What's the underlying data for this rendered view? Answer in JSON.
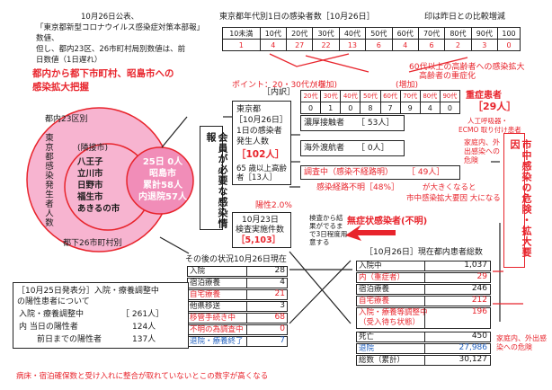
{
  "header": {
    "line1": "10月26日公表、",
    "line2": "「東京都新型コロナウイルス感染症対策本部報」",
    "line3": "数値、",
    "line4": "但し、都内23区、26市町村局別数値は、前",
    "line5": "日数値（1日遅れ）"
  },
  "headline": {
    "l1": "都内から都下市町村、昭島市への",
    "l2": "感染拡大把握"
  },
  "venn": {
    "outer_label": "都内23区別",
    "vertical_left": "東京都感染発生者人数",
    "bottom_label": "都下26市町村別",
    "neighbors_title": "(隣接市)",
    "neighbors": [
      "八王子",
      "立川市",
      "日野市",
      "福生市",
      "あきるの市"
    ],
    "inner": [
      "25日 0人",
      "昭島市",
      "累計58人",
      "内退院57人"
    ]
  },
  "age": {
    "title": "東京都年代別1日の感染者数［10月26日］",
    "note": "印は昨日との比較増減",
    "headers": [
      "10未満",
      "10代",
      "20代",
      "30代",
      "40代",
      "50代",
      "60代",
      "70代",
      "80代",
      "90代",
      "100"
    ],
    "values": [
      "1",
      "4",
      "27",
      "22",
      "13",
      "6",
      "4",
      "6",
      "2",
      "3",
      "0"
    ],
    "point": "ポイント：20・30代から",
    "increase": "(増加)",
    "increase2": "(増加)",
    "elder": "60代以上の高齢者への感染拡大",
    "elder2": "高齢者の重症化"
  },
  "severe": {
    "headers": [
      "20代",
      "30代",
      "40代",
      "50代",
      "60代",
      "70代",
      "80代",
      "90代"
    ],
    "values": [
      "0",
      "1",
      "0",
      "8",
      "7",
      "9",
      "4",
      "0"
    ],
    "label": "重症患者",
    "count": "［29人］",
    "note1": "人工呼吸器・",
    "note2": "ECMO 取り付け患者"
  },
  "breakdown": {
    "title": "［内訳］",
    "tokyo": "東京都",
    "date": "［10月26日］",
    "l1": "1日の感染者",
    "l2": "発生人数",
    "total": "［102人］",
    "elder": "65 歳以上高齢",
    "elder2": "者［13人］",
    "positive": "陽性2.0%",
    "test_date": "10月23日",
    "test_label": "検査実施件数",
    "test_count": "［5,103］"
  },
  "contacts": [
    {
      "label": "濃厚接触者",
      "value": "［ 53人］"
    },
    {
      "label": "海外渡航者",
      "value": "［ 0人］"
    },
    {
      "label": "調査中（感染不経路明）",
      "value": "［ 49人］"
    }
  ],
  "route_unknown": "感染経路不明［48%］",
  "route_note": "が大きくなると",
  "route_note2": "市中感染拡大要因 大になる",
  "asym": "無症状感染者(不明)",
  "vert_box": "会員が必要な感染情報",
  "side_box": "市中感染の危険・拡大要因",
  "family_top": "家庭内、外出感染への危険",
  "family_bottom": "家庭内、外出感染への危険",
  "check_note": "検査から結果がでるまで3日程度用意する",
  "status": {
    "title": "その後の状況10月26日現在",
    "rows": [
      {
        "label": "入院",
        "value": "28"
      },
      {
        "label": "宿泊療養",
        "value": "4"
      },
      {
        "label": "自宅療養",
        "value": "21"
      },
      {
        "label": "他県移送",
        "value": "3"
      },
      {
        "label": "移管手続き中",
        "value": "68"
      },
      {
        "label": "不明の為調査中",
        "value": "0"
      },
      {
        "label": "退院・療養終了",
        "value": "7"
      }
    ]
  },
  "patients": {
    "title": "［10月26日］現在都内患者総数",
    "rows": [
      {
        "label": "入院中",
        "value": "1,037"
      },
      {
        "label": "内（重症者）",
        "value": "29"
      },
      {
        "label": "宿泊療養",
        "value": "246"
      },
      {
        "label": "自宅療養",
        "value": "212"
      },
      {
        "label": "入院・療養等調整中",
        "value": "196"
      },
      {
        "label": "（受入待ち状態）",
        "value": ""
      },
      {
        "label": "死亡",
        "value": "450"
      },
      {
        "label": "退院",
        "value": "27,986"
      },
      {
        "label": "総数（累計）",
        "value": "30,127"
      }
    ]
  },
  "prev": {
    "title": "［10月25日発表分］入院・療養調整中",
    "sub": "の陽性患者について",
    "l1": "入院・療養調整中",
    "v1": "［ 261人］",
    "l2": "内 当日の陽性者",
    "v2": "124人",
    "l3": "前日までの陽性者",
    "v3": "137人"
  },
  "footer": "病床・宿泊確保数と受け入れに整合が取れていないとこの数字が高くなる",
  "colors": {
    "accent": "#e8242c",
    "pink": "#f4a6c8",
    "blue": "#1f5fbf"
  }
}
